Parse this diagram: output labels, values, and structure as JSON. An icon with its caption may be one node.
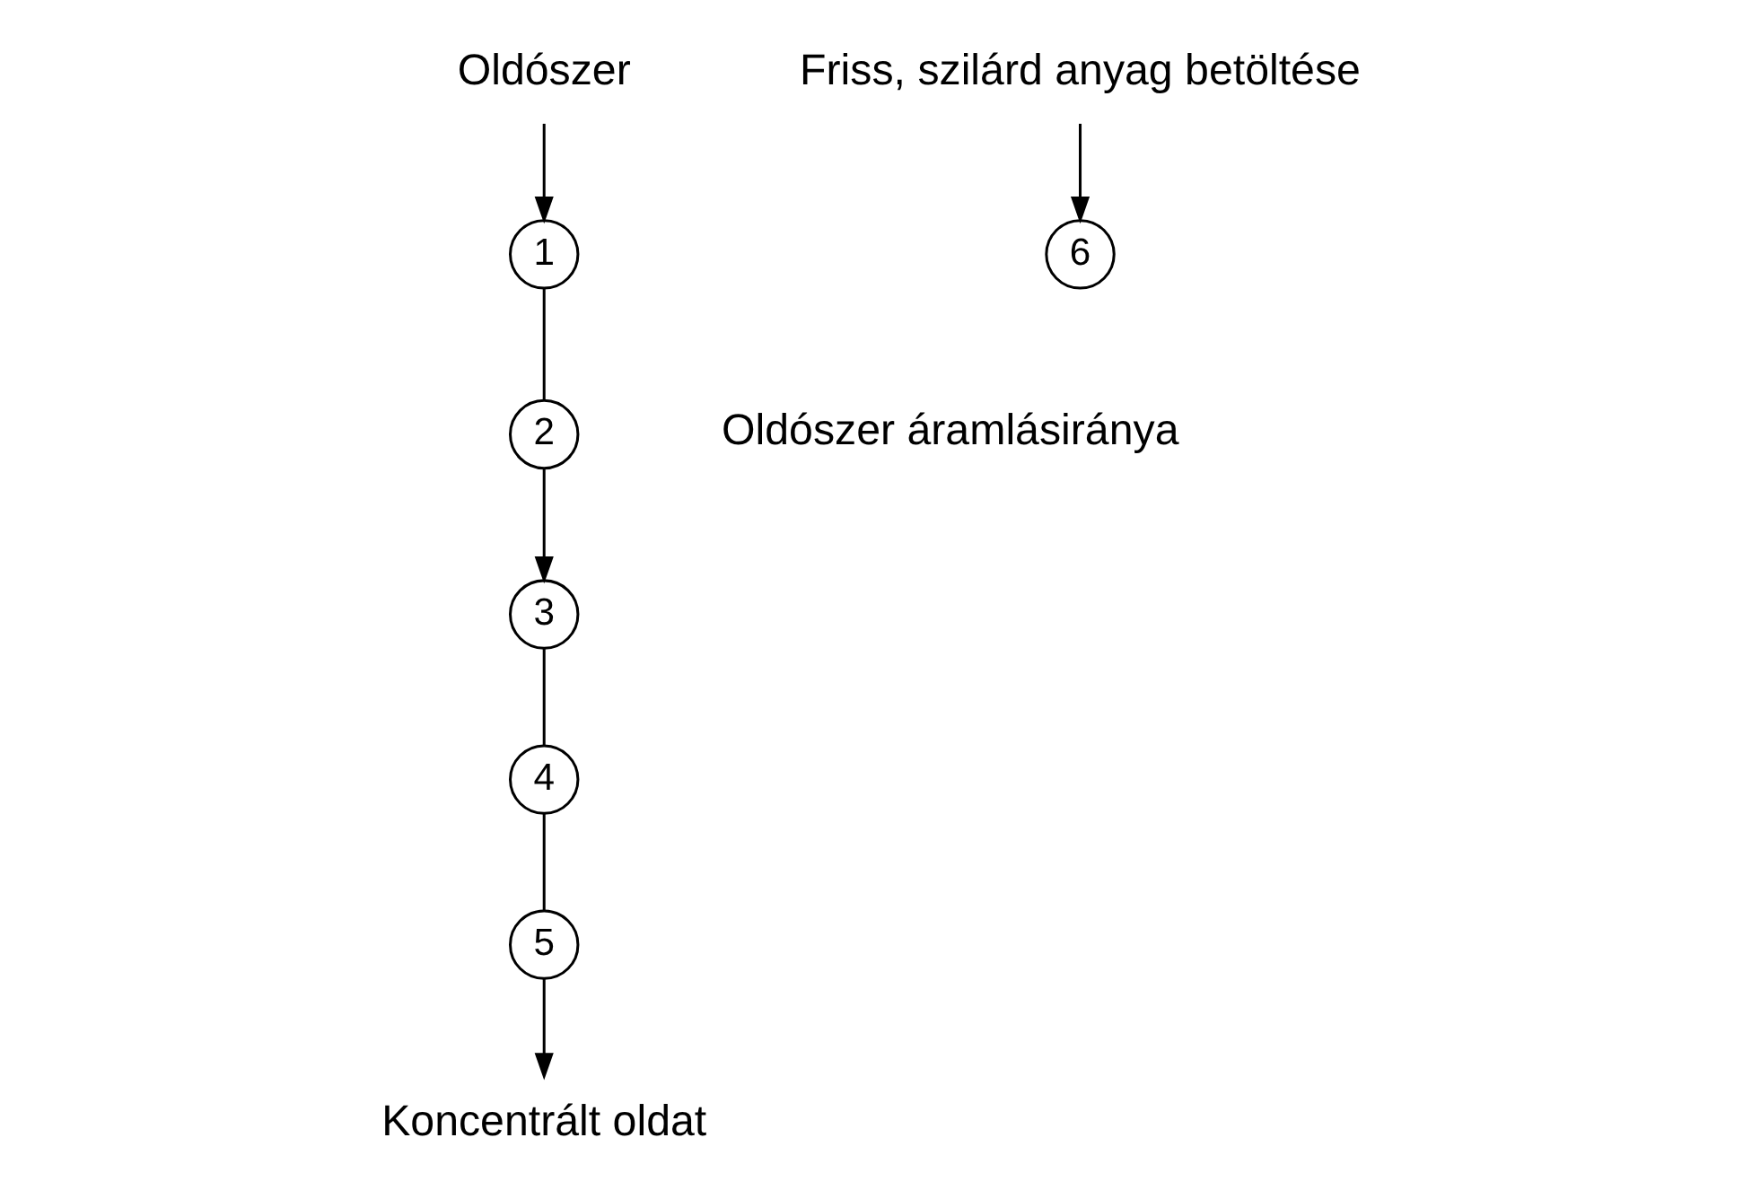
{
  "diagram": {
    "nodes": [
      {
        "text": [
          "Oldószer"
        ]
      },
      {
        "text": [
          "1"
        ]
      },
      {
        "text": [
          "2"
        ]
      },
      {
        "text": [
          "3"
        ]
      },
      {
        "text": [
          "4"
        ]
      },
      {
        "text": [
          "5"
        ]
      },
      {
        "text": [
          "6"
        ]
      },
      {
        "text": [
          "Friss, szilárd anyag betöltése"
        ]
      },
      {
        "text": [
          "Koncentrált oldat"
        ]
      }
    ],
    "edges": [
      {
        "from": 0,
        "to": 1,
        "arrow": "to"
      },
      {
        "from": 1,
        "to": 2,
        "arrow": "none"
      },
      {
        "from": 2,
        "to": 3,
        "arrow": "to"
      },
      {
        "from": 3,
        "to": 4,
        "arrow": "none"
      },
      {
        "from": 4,
        "to": 5,
        "arrow": "none"
      },
      {
        "from": 5,
        "to": 8,
        "arrow": "to"
      },
      {
        "from": 7,
        "to": 6,
        "arrow": "to"
      }
    ],
    "labels": [
      "Oldószer áramlásiránya"
    ]
  }
}
